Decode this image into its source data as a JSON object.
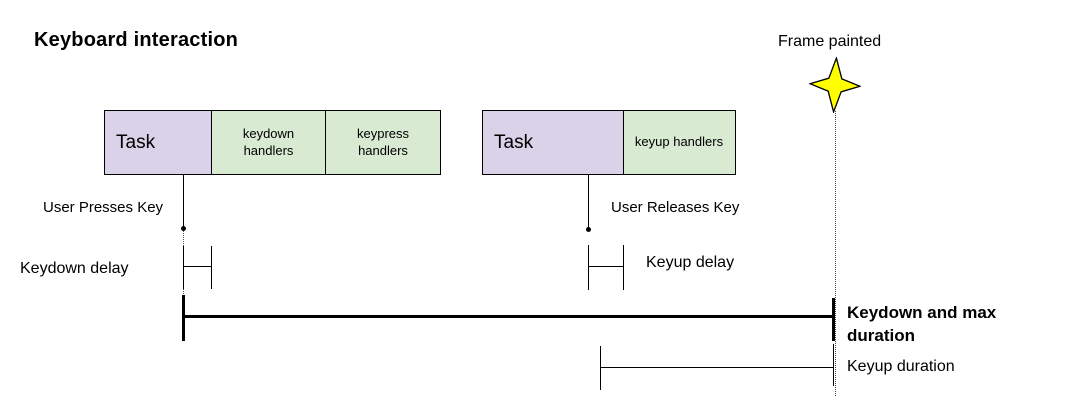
{
  "title": "Keyboard interaction",
  "frame_marker": {
    "label": "Frame painted",
    "icon": "four-point-star-icon"
  },
  "keydown_track": {
    "task_label": "Task",
    "keydown_handlers_label": "keydown handlers",
    "keypress_handlers_label": "keypress handlers",
    "event_label": "User Presses Key",
    "delay_label": "Keydown delay"
  },
  "keyup_track": {
    "task_label": "Task",
    "keyup_handlers_label": "keyup handlers",
    "event_label": "User Releases Key",
    "delay_label": "Keyup delay"
  },
  "durations": {
    "keydown_max_label": "Keydown and max duration",
    "keyup_label": "Keyup duration"
  },
  "colors": {
    "task_fill": "#d9d2e9",
    "handlers_fill": "#d9ead3",
    "star_fill": "#ffff00",
    "line": "#000000"
  }
}
